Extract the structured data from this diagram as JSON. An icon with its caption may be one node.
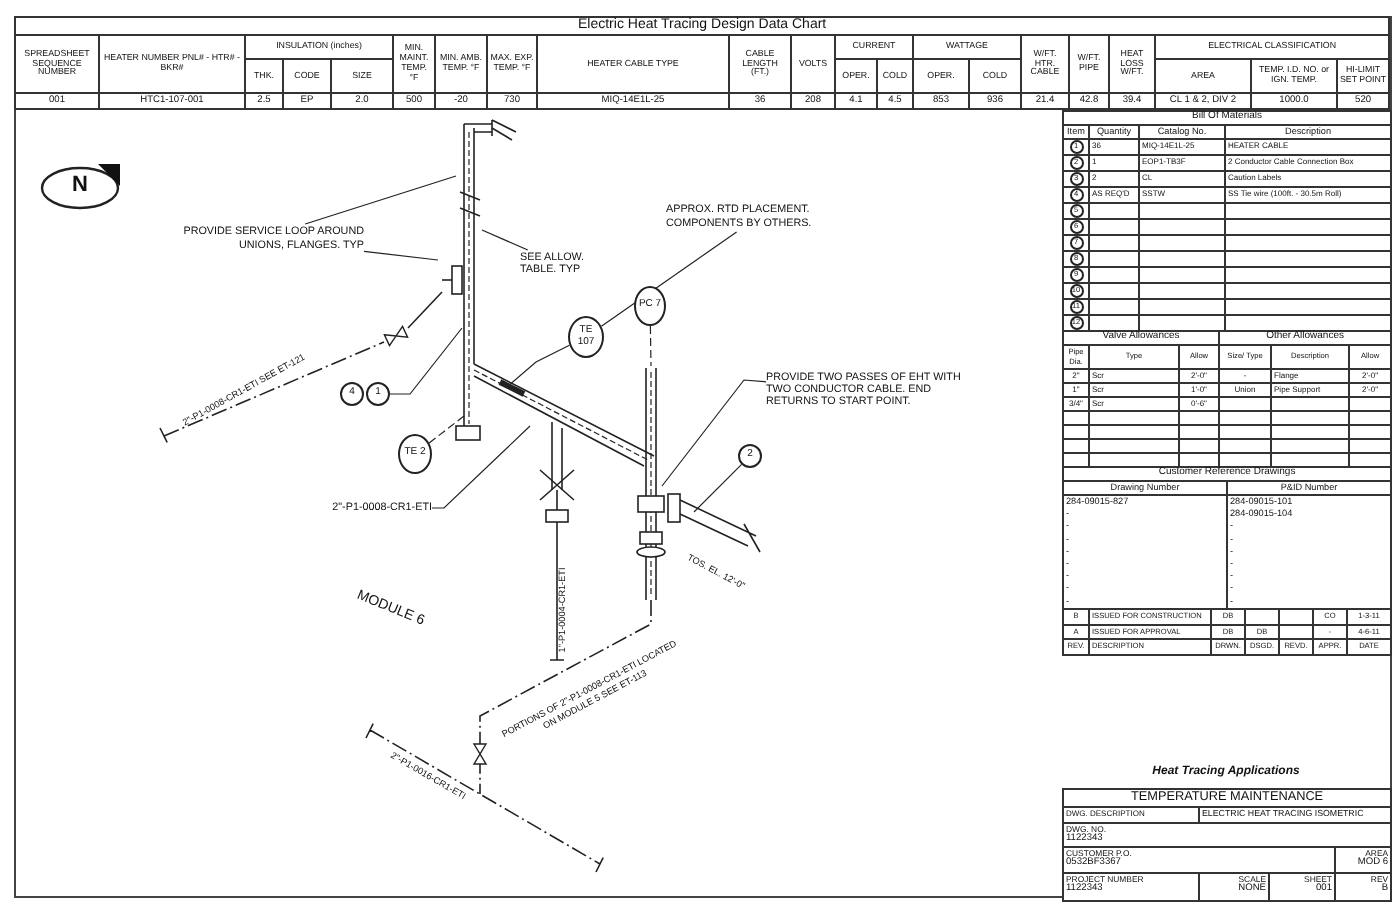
{
  "diagram": {
    "title": "Electric Heat Tracing Design Data Chart",
    "nodes": [
      {
        "text": [
          "PROVIDE SERVICE LOOP AROUND UNIONS, FLANGES. TYP"
        ]
      },
      {
        "text": [
          "SEE ALLOW. TABLE. TYP"
        ]
      },
      {
        "text": [
          "APPROX. RTD PLACEMENT. COMPONENTS BY OTHERS."
        ]
      },
      {
        "text": [
          "TE 107"
        ]
      },
      {
        "text": [
          "PC 7"
        ]
      },
      {
        "text": [
          "4"
        ]
      },
      {
        "text": [
          "1"
        ]
      },
      {
        "text": [
          "TE 2"
        ]
      },
      {
        "text": [
          "2\"-P1-0008-CR1-ETI"
        ]
      },
      {
        "text": [
          "PROVIDE TWO PASSES OF EHT WITH TWO CONDUCTOR CABLE. END RETURNS TO START POINT."
        ]
      },
      {
        "text": [
          "2"
        ]
      }
    ],
    "edges": [
      {
        "from": 0,
        "to": null,
        "arrow": "none"
      },
      {
        "from": 0,
        "to": null,
        "arrow": "none"
      },
      {
        "from": 1,
        "to": null,
        "arrow": "none"
      },
      {
        "from": 2,
        "to": 3,
        "arrow": "none"
      },
      {
        "from": 3,
        "to": null,
        "arrow": "none"
      },
      {
        "from": 4,
        "to": null,
        "arrow": "none",
        "style": "dashed"
      },
      {
        "from": 6,
        "to": null,
        "arrow": "none"
      },
      {
        "from": 7,
        "to": null,
        "arrow": "none",
        "style": "dashed"
      },
      {
        "from": 8,
        "to": null,
        "arrow": "none"
      },
      {
        "from": 9,
        "to": null,
        "arrow": "none"
      },
      {
        "from": 10,
        "to": null,
        "arrow": "none"
      }
    ],
    "labels": [
      "SPREADSHEET SEQUENCE NUMBER",
      "HEATER NUMBER PNL# - HTR# - BKR#",
      "INSULATION (inches)",
      "MIN. MAINT. TEMP. °F",
      "MIN. AMB. TEMP. °F",
      "MAX. EXP. TEMP. °F",
      "HEATER CABLE TYPE",
      "CABLE LENGTH (FT.)",
      "VOLTS",
      "CURRENT",
      "WATTAGE",
      "W/FT. HTR. CABLE",
      "W/FT. PIPE",
      "HEAT LOSS W/FT.",
      "ELECTRICAL CLASSIFICATION",
      "THK.",
      "CODE",
      "SIZE",
      "OPER.",
      "COLD",
      "OPER.",
      "COLD",
      "AREA",
      "TEMP. I.D. NO. or IGN. TEMP.",
      "HI-LIMIT SET POINT",
      "001",
      "HTC1-107-001",
      "2.5",
      "EP",
      "2.0",
      "500",
      "-20",
      "730",
      "MIQ-14E1L-25",
      "36",
      "208",
      "4.1",
      "4.5",
      "853",
      "936",
      "21.4",
      "42.8",
      "39.4",
      "CL 1 & 2, DIV 2",
      "1000.0",
      "520",
      "Bill Of Materials",
      "Item",
      "Quantity",
      "Catalog No.",
      "Description",
      "1",
      "36",
      "MIQ-14E1L-25",
      "HEATER CABLE",
      "2",
      "1",
      "EOP1-TB3F",
      "2 Conductor Cable Connection Box",
      "3",
      "2",
      "CL",
      "Caution Labels",
      "4",
      "AS REQ'D",
      "SSTW",
      "SS Tie wire (100ft. - 30.5m Roll)",
      "5",
      "6",
      "7",
      "8",
      "9",
      "10",
      "11",
      "12",
      "Valve Allowances",
      "Other Allowances",
      "Pipe Dia.",
      "Type",
      "Allow",
      "Size/ Type",
      "Description",
      "Allow",
      "2\"",
      "Scr",
      "2'-0\"",
      "-",
      "Flange",
      "2'-0\"",
      "1\"",
      "Scr",
      "1'-0\"",
      "Union",
      "Pipe Support",
      "2'-0\"",
      "3/4\"",
      "Scr",
      "0'-6\"",
      "Customer Reference Drawings",
      "Drawing Number",
      "P&ID Number",
      "284-09015-827",
      "-",
      "-",
      "-",
      "-",
      "-",
      "-",
      "-",
      "-",
      "284-09015-101",
      "284-09015-104",
      "-",
      "-",
      "-",
      "-",
      "-",
      "-",
      "-",
      "B",
      "ISSUED FOR CONSTRUCTION",
      "DB",
      "CO",
      "1-3-11",
      "A",
      "ISSUED FOR APPROVAL",
      "DB",
      "DB",
      "-",
      "4-6-11",
      "REV.",
      "DESCRIPTION",
      "DRWN.",
      "DSGD.",
      "REVD.",
      "APPR.",
      "DATE",
      "Heat Tracing Applications",
      "TEMPERATURE MAINTENANCE",
      "DWG. DESCRIPTION",
      "ELECTRIC HEAT TRACING ISOMETRIC",
      "DWG. NO.",
      "1122343",
      "CUSTOMER P.O.",
      "0532BF3367",
      "AREA",
      "MOD 6",
      "PROJECT NUMBER",
      "1122343",
      "SCALE",
      "NONE",
      "SHEET",
      "001",
      "REV",
      "B",
      "N",
      "MODULE 6",
      "2\"-P1-0008-CR1-ETI SEE ET-121",
      "1\"-P1-0004-CR1-ETI",
      "PORTIONS OF 2\"-P1-0008-CR1-ETI LOCATED ON MODULE 5 SEE ET-113",
      "2\"-P1-0016-CR1-ETI",
      "TOS. EL. 12'-0\""
    ]
  }
}
